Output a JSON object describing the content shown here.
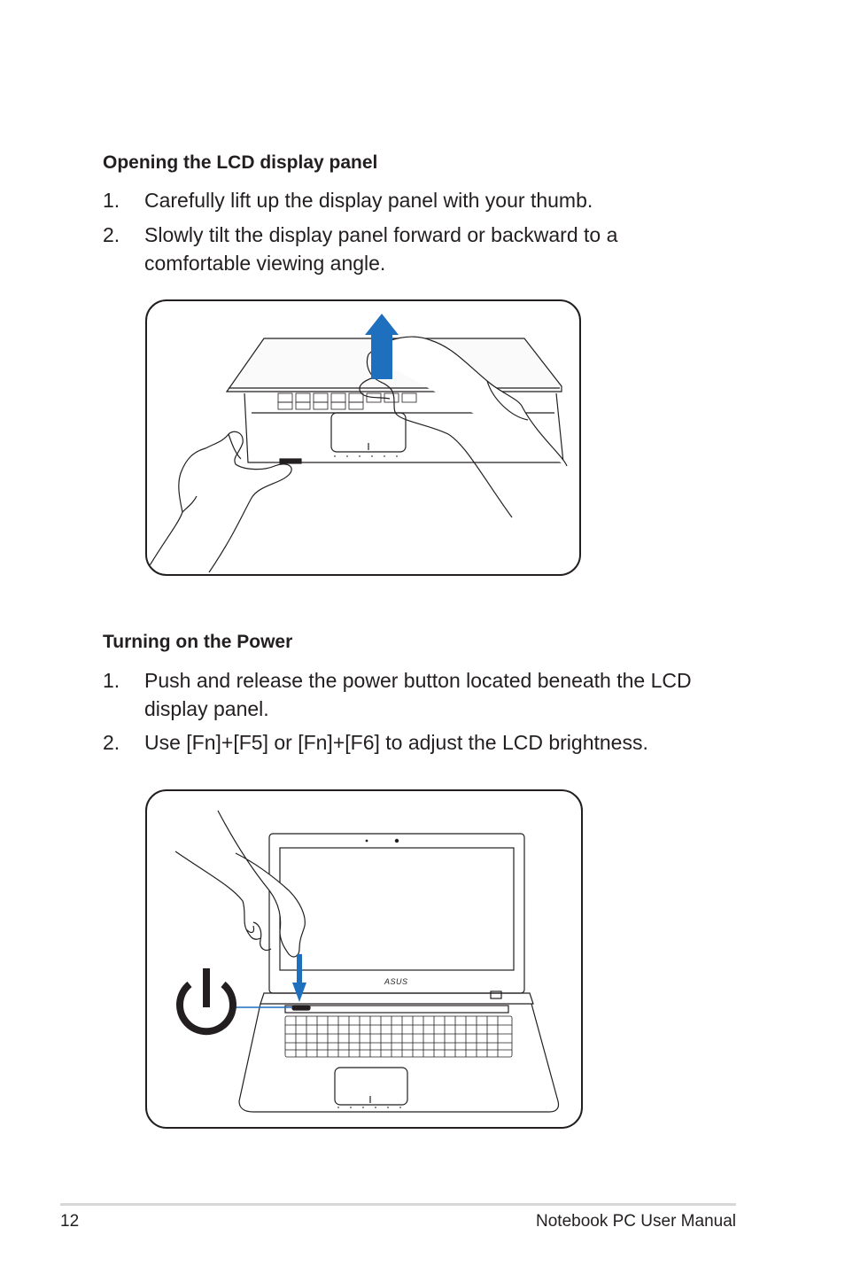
{
  "section1": {
    "heading": "Opening the LCD display panel",
    "steps": [
      {
        "num": "1.",
        "lines": [
          "Carefully lift up the display panel with your thumb."
        ]
      },
      {
        "num": "2.",
        "lines": [
          "Slowly tilt the display panel forward or backward to a",
          "comfortable viewing angle."
        ]
      }
    ]
  },
  "section2": {
    "heading": "Turning on the Power",
    "steps": [
      {
        "num": "1.",
        "lines": [
          "Push and release the power button located beneath the LCD",
          "display panel."
        ]
      },
      {
        "num": "2.",
        "lines": [
          "Use [Fn]+[F5] or [Fn]+[F6] to adjust the LCD brightness."
        ]
      }
    ]
  },
  "figure2": {
    "brand_logo": "ASUS"
  },
  "icons": {
    "arrow_color": "#1f6fbf",
    "power_icon": "power-icon"
  },
  "footer": {
    "page_number": "12",
    "manual_title": "Notebook PC User Manual"
  }
}
